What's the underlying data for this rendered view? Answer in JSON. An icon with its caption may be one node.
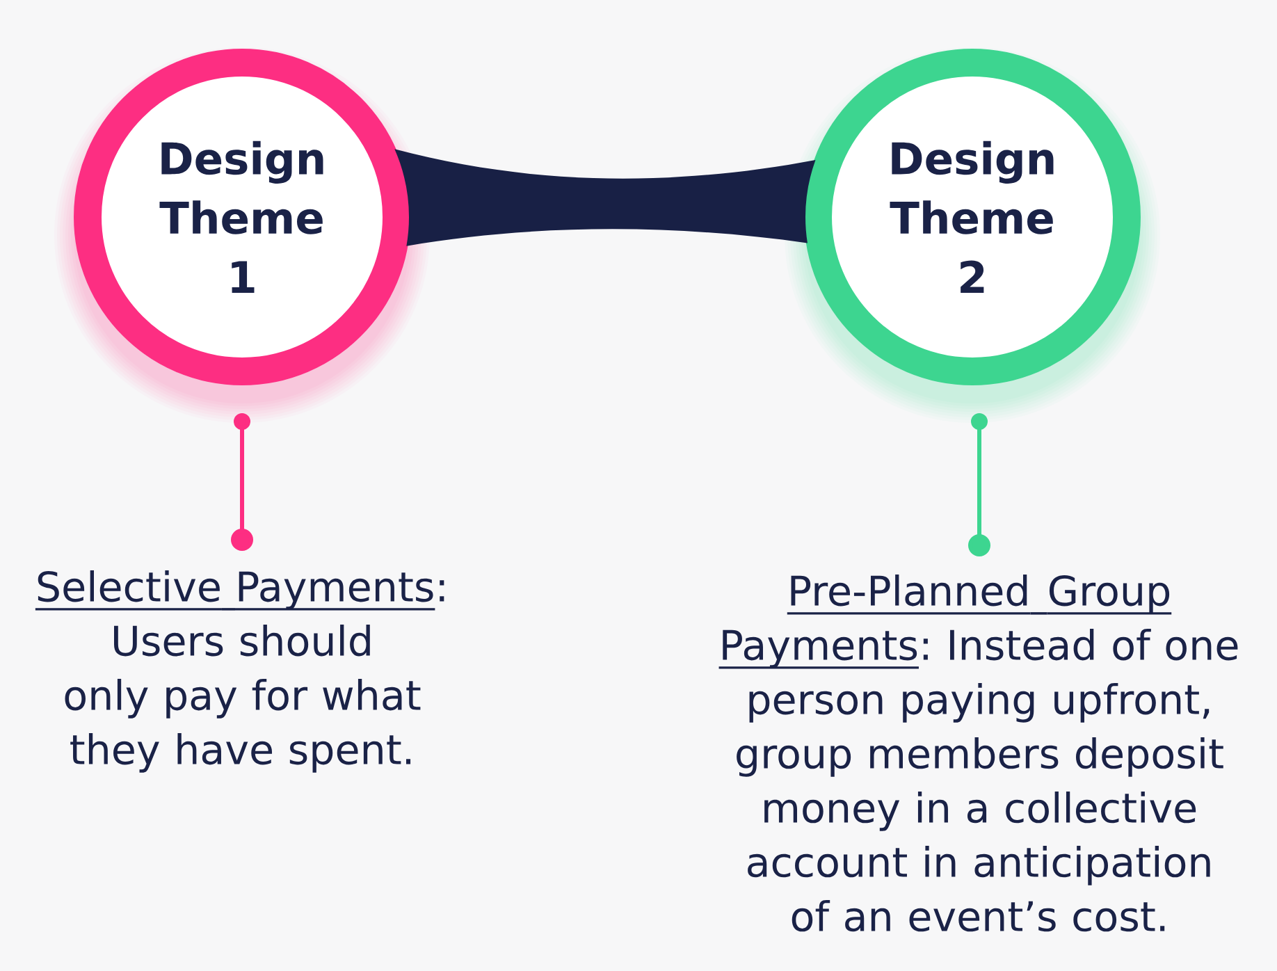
{
  "diagram": {
    "nodes": [
      {
        "text": [
          "Design Theme 1"
        ]
      },
      {
        "text": [
          "Design Theme 2"
        ]
      },
      {
        "text": [
          "Selective Payments",
          ": Users should only pay for what they have spent."
        ]
      },
      {
        "text": [
          "Pre-Planned Group Payments",
          ": Instead of one person paying upfront, group members deposit money in a collective account in anticipation of an event’s cost."
        ]
      }
    ],
    "edges": [
      {
        "from": 0,
        "to": 1,
        "arrow": "none",
        "style": "thick",
        "color": "#182045"
      },
      {
        "from": 0,
        "to": 2,
        "arrow": "other",
        "color": "#fd2e82"
      },
      {
        "from": 1,
        "to": 3,
        "arrow": "other",
        "color": "#3dd590"
      }
    ]
  }
}
